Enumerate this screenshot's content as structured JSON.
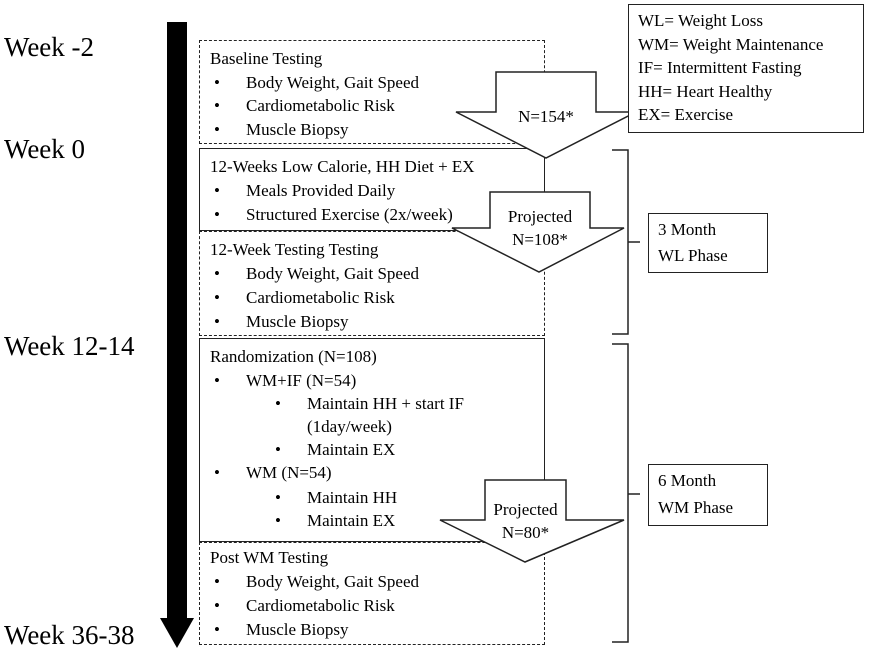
{
  "timeline": {
    "weeks": [
      {
        "label": "Week -2"
      },
      {
        "label": "Week 0"
      },
      {
        "label": "Week 12-14"
      },
      {
        "label": "Week 36-38"
      }
    ]
  },
  "legend": {
    "items": [
      "WL= Weight  Loss",
      "WM= Weight  Maintenance",
      "IF= Intermittent  Fasting",
      "HH= Heart  Healthy",
      "EX= Exercise"
    ]
  },
  "baseline": {
    "title": "Baseline  Testing",
    "items": [
      "Body Weight, Gait Speed",
      "Cardiometabolic  Risk",
      "Muscle Biopsy"
    ]
  },
  "diet": {
    "title": "12-Weeks Low Calorie,  HH Diet + EX",
    "items": [
      "Meals Provided Daily",
      "Structured  Exercise  (2x/week)"
    ]
  },
  "testing12": {
    "title": "12-Week Testing  Testing",
    "items": [
      "Body Weight, Gait Speed",
      "Cardiometabolic  Risk",
      "Muscle Biopsy"
    ]
  },
  "randomization": {
    "title": "Randomization  (N=108)",
    "group1": {
      "label": "WM+IF (N=54)",
      "items": [
        "Maintain  HH + start  IF",
        "(1day/week)",
        "Maintain  EX"
      ]
    },
    "group2": {
      "label": "WM (N=54)",
      "items": [
        "Maintain  HH",
        "Maintain  EX"
      ]
    }
  },
  "post": {
    "title": "Post WM Testing",
    "items": [
      "Body Weight, Gait Speed",
      "Cardiometabolic  Risk",
      "Muscle Biopsy"
    ]
  },
  "arrows": {
    "a1": {
      "line1": "N=154*"
    },
    "a2": {
      "line1": "Projected",
      "line2": "N=108*"
    },
    "a3": {
      "line1": "Projected",
      "line2": "N=80*"
    }
  },
  "phases": {
    "wl": {
      "line1": "3 Month",
      "line2": "WL Phase"
    },
    "wm": {
      "line1": "6 Month",
      "line2": "WM Phase"
    }
  }
}
